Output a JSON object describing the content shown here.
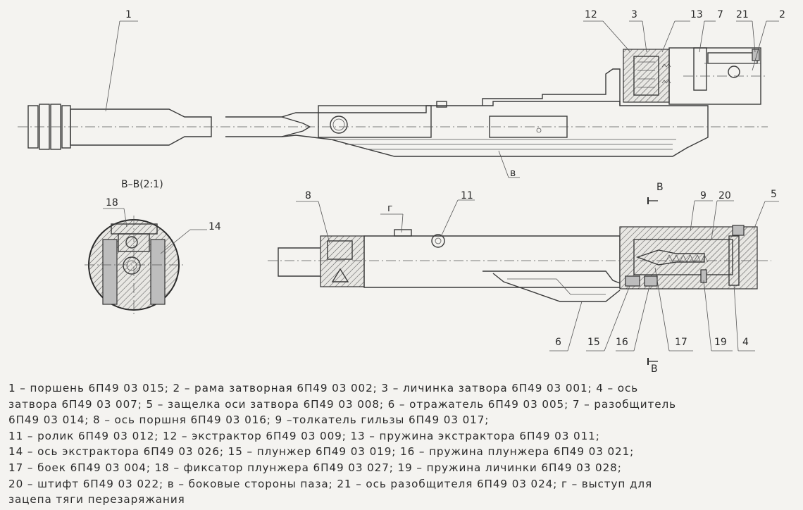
{
  "section_label": "B–B(2:1)",
  "callouts": {
    "c1": "1",
    "c12": "12",
    "c3": "3",
    "c13": "13",
    "c7": "7",
    "c21": "21",
    "c2": "2",
    "cv_top": "в",
    "c8": "8",
    "cg": "г",
    "c11": "11",
    "cB_top": "В",
    "c9": "9",
    "c20": "20",
    "c5": "5",
    "c18": "18",
    "c14": "14",
    "c6": "6",
    "c15": "15",
    "c16": "16",
    "c17": "17",
    "c19": "19",
    "c4": "4",
    "cB_bottom": "В"
  },
  "legend": [
    "1 – поршень 6П49 03 015; 2 – рама затворная 6П49 03 002; 3 – личинка затвора 6П49 03 001; 4 – ось",
    "затвора 6П49 03 007; 5 – защелка оси затвора 6П49 03 008; 6 – отражатель 6П49 03 005; 7 – разобщитель",
    "6П49 03 014; 8 – ось поршня 6П49 03 016; 9 –толкатель гильзы 6П49 03 017;",
    "11 – ролик 6П49 03 012; 12 – экстрактор 6П49 03 009; 13 – пружина экстрактора 6П49 03 011;",
    "14 – ось экстрактора 6П49 03 026; 15 – плунжер 6П49 03 019; 16 – пружина плунжера 6П49 03 021;",
    "17 – боек 6П49 03 004; 18 – фиксатор плунжера 6П49 03 027; 19 – пружина личинки 6П49 03 028;",
    "20 – штифт 6П49 03 022; в – боковые стороны паза; 21 – ось разобщителя 6П49 03 024; г – выступ для",
    "зацепа тяги перезаряжания"
  ]
}
